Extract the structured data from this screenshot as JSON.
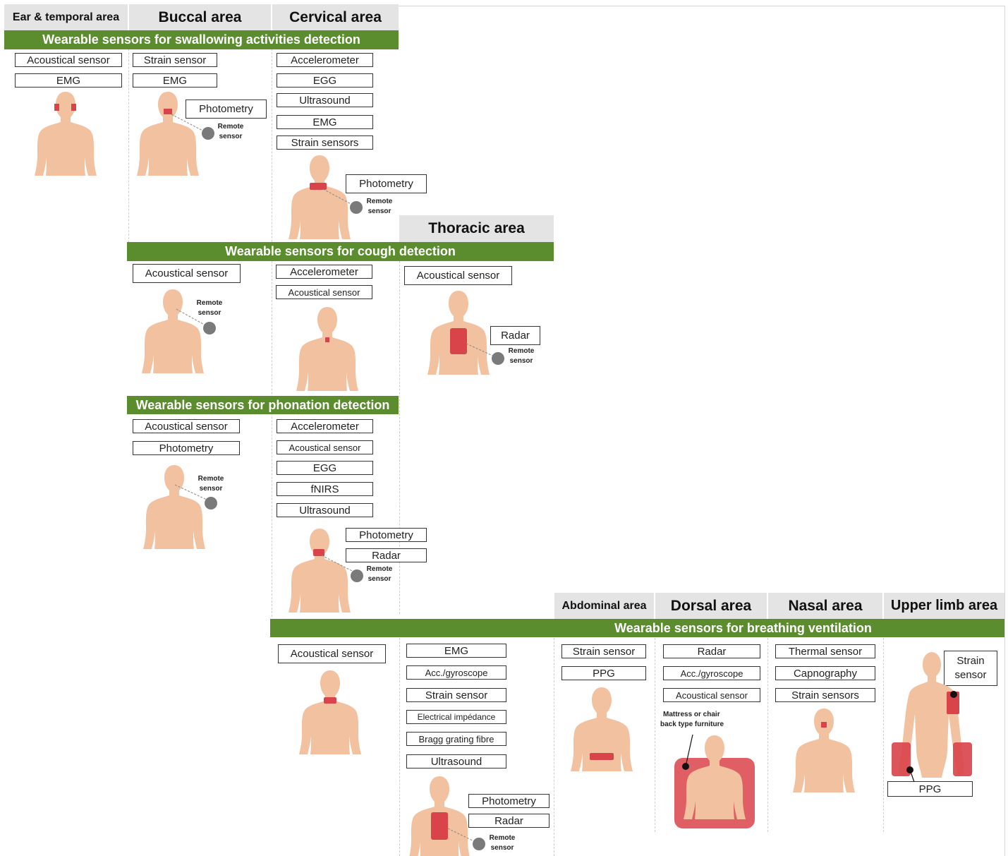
{
  "headers": {
    "ear": "Ear & temporal area",
    "buccal": "Buccal area",
    "cervical": "Cervical area",
    "thoracic": "Thoracic area",
    "abdominal": "Abdominal area",
    "dorsal": "Dorsal area",
    "nasal": "Nasal area",
    "upper_limb": "Upper limb area"
  },
  "banners": {
    "swallowing": "Wearable sensors for swallowing activities detection",
    "cough": "Wearable sensors for cough detection",
    "phonation": "Wearable sensors for phonation detection",
    "breathing": "Wearable sensors for breathing ventilation"
  },
  "swallowing": {
    "ear": [
      "Acoustical sensor",
      "EMG"
    ],
    "buccal": [
      "Strain sensor",
      "EMG"
    ],
    "buccal_remote": "Photometry",
    "cervical": [
      "Accelerometer",
      "EGG",
      "Ultrasound",
      "EMG",
      "Strain sensors"
    ],
    "cervical_remote": "Photometry"
  },
  "cough": {
    "buccal": [
      "Acoustical sensor"
    ],
    "cervical": [
      "Accelerometer",
      "Acoustical sensor"
    ],
    "thoracic": [
      "Acoustical sensor"
    ],
    "thoracic_remote": "Radar"
  },
  "phonation": {
    "buccal": [
      "Acoustical sensor",
      "Photometry"
    ],
    "cervical": [
      "Accelerometer",
      "Acoustical sensor",
      "EGG",
      "fNIRS",
      "Ultrasound"
    ],
    "cervical_remote": [
      "Photometry",
      "Radar"
    ]
  },
  "breathing": {
    "cervical": [
      "Acoustical sensor"
    ],
    "thoracic": [
      "EMG",
      "Acc./gyroscope",
      "Strain sensor",
      "Electrical impédance",
      "Bragg grating fibre",
      "Ultrasound"
    ],
    "thoracic_remote": [
      "Photometry",
      "Radar"
    ],
    "abdominal": [
      "Strain sensor",
      "PPG"
    ],
    "dorsal": [
      "Radar",
      "Acc./gyroscope",
      "Acoustical sensor"
    ],
    "dorsal_note": [
      "Mattress or chair",
      "back type furniture"
    ],
    "nasal": [
      "Thermal sensor",
      "Capnography",
      "Strain sensors"
    ],
    "upper_limb_strain": [
      "Strain",
      "sensor"
    ],
    "upper_limb_ppg": "PPG"
  },
  "remote_sensor": [
    "Remote",
    "sensor"
  ],
  "colors": {
    "banner": "#5b8c2e",
    "header": "#e4e4e4",
    "skin": "#f2c1a0",
    "sensor": "#d9434a",
    "remote": "#7a7a7a"
  }
}
